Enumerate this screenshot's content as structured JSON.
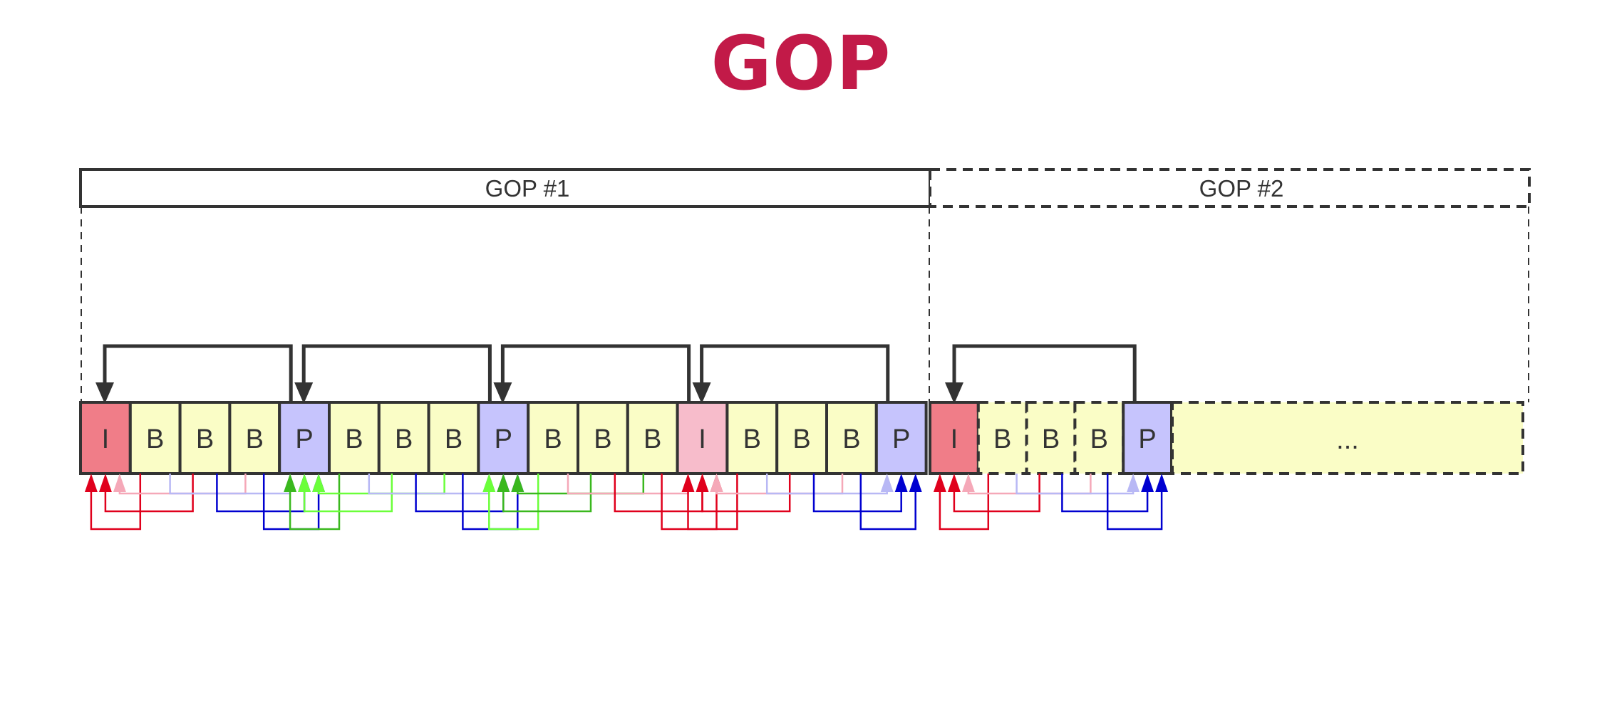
{
  "title": "GOP",
  "gops": [
    {
      "label": "GOP #1"
    },
    {
      "label": "GOP #2"
    }
  ],
  "frames": [
    "I",
    "B",
    "B",
    "B",
    "P",
    "B",
    "B",
    "B",
    "P",
    "B",
    "B",
    "B",
    "I",
    "B",
    "B",
    "B",
    "P",
    "I",
    "B",
    "B",
    "B",
    "P"
  ],
  "tail_label": "...",
  "colors": {
    "title": "#c21a48",
    "I": "#f07d88",
    "I_open": "#f7bccb",
    "B": "#fafdc6",
    "P": "#c6c4fd",
    "stroke": "#333333",
    "ref_red": "#e0001c",
    "ref_pink": "#f5a8b8",
    "ref_lavender": "#b8b8f5",
    "ref_blue": "#0000d0",
    "ref_green": "#3ab81e",
    "ref_lime": "#6bff3a"
  }
}
